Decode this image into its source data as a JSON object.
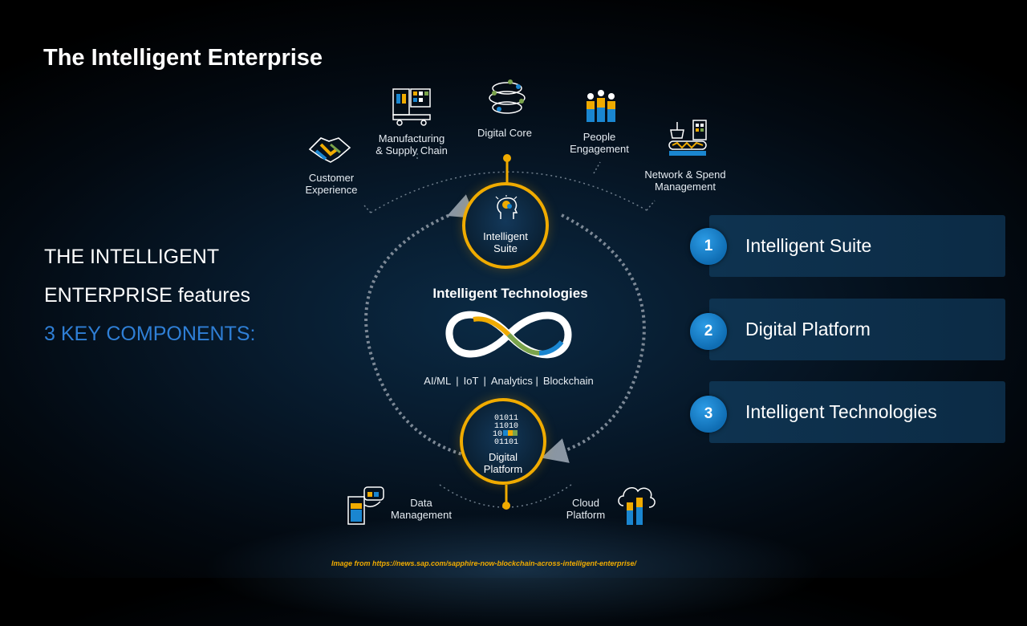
{
  "title": "The Intelligent Enterprise",
  "intro": {
    "line1": "THE INTELLIGENT",
    "line2": "ENTERPRISE features",
    "line3": "3 KEY COMPONENTS:"
  },
  "diagram": {
    "top_items": [
      {
        "label_1": "Customer",
        "label_2": "Experience",
        "icon": "handshake-icon"
      },
      {
        "label_1": "Manufacturing",
        "label_2": "& Supply Chain",
        "icon": "factory-icon"
      },
      {
        "label_1": "Digital Core",
        "label_2": "",
        "icon": "digital-core-icon"
      },
      {
        "label_1": "People",
        "label_2": "Engagement",
        "icon": "people-icon"
      },
      {
        "label_1": "Network & Spend",
        "label_2": "Management",
        "icon": "network-spend-icon"
      }
    ],
    "suite": {
      "label_1": "Intelligent",
      "label_2": "Suite",
      "icon": "brain-head-icon"
    },
    "center_title": "Intelligent Technologies",
    "technologies": [
      "AI/ML",
      "|",
      "IoT",
      "|",
      "Analytics |",
      "Blockchain"
    ],
    "platform": {
      "label_1": "Digital",
      "label_2": "Platform",
      "icon": "binary-code-icon"
    },
    "bottom_items": [
      {
        "label_1": "Data",
        "label_2": "Management",
        "icon": "data-management-icon"
      },
      {
        "label_1": "Cloud",
        "label_2": "Platform",
        "icon": "cloud-icon"
      }
    ]
  },
  "components": [
    {
      "number": "1",
      "label": "Intelligent Suite"
    },
    {
      "number": "2",
      "label": "Digital Platform"
    },
    {
      "number": "3",
      "label": "Intelligent Technologies"
    }
  ],
  "source": "Image from https://news.sap.com/sapphire-now-blockchain-across-intelligent-enterprise/",
  "colors": {
    "accent": "#f0ab00",
    "blue": "#2f7fd6",
    "badge": "#1a86d0"
  }
}
